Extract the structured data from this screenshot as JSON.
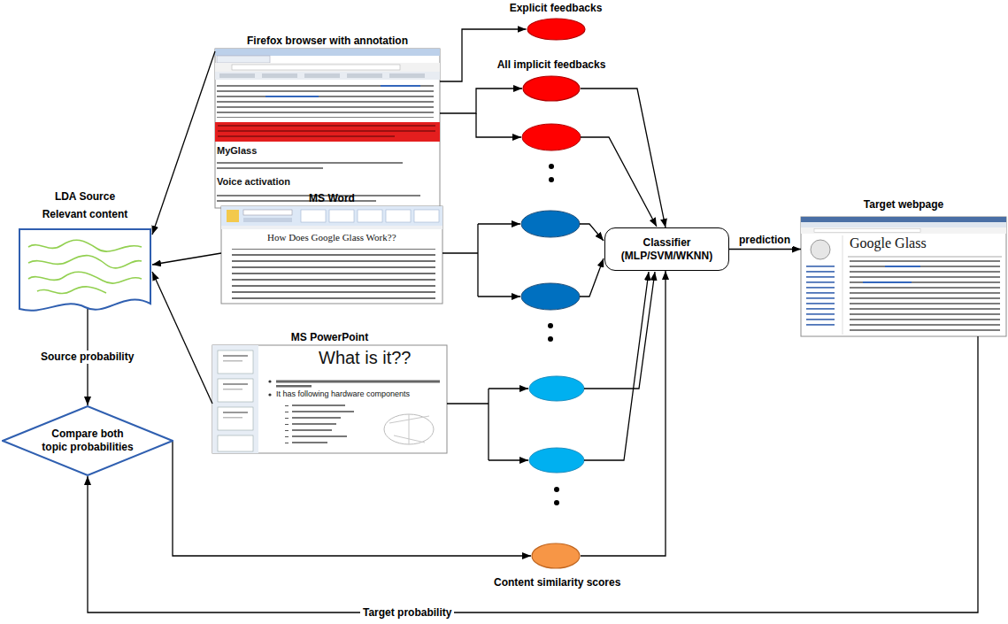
{
  "diagram": {
    "nodes": [
      {
        "text": [
          "Firefox browser with annotation"
        ]
      },
      {
        "text": [
          "Explicit feedbacks"
        ]
      },
      {
        "text": [
          "All implicit feedbacks"
        ]
      },
      {
        "text": [
          "LDA Source Relevant content"
        ]
      },
      {
        "text": [
          "MS Word"
        ]
      },
      {
        "text": [
          "Classifier (MLP/SVM/WKNN)"
        ]
      },
      {
        "text": [
          "Target webpage"
        ]
      },
      {
        "text": [
          "MS PowerPoint"
        ]
      },
      {
        "text": [
          "Compare both topic probabilities"
        ]
      },
      {
        "text": [
          "Content similarity scores"
        ]
      }
    ],
    "edges": [
      {
        "from": 0,
        "to": 1,
        "arrow": "to"
      },
      {
        "from": 0,
        "to": 2,
        "arrow": "to"
      },
      {
        "from": 2,
        "to": 5,
        "arrow": "to"
      },
      {
        "from": 0,
        "to": 3,
        "arrow": "to"
      },
      {
        "from": 4,
        "to": 3,
        "arrow": "to"
      },
      {
        "from": 7,
        "to": 3,
        "arrow": "to"
      },
      {
        "from": 3,
        "to": 8,
        "label": "Source probability",
        "arrow": "to"
      },
      {
        "from": 8,
        "to": 9,
        "arrow": "to"
      },
      {
        "from": 9,
        "to": 5,
        "arrow": "to"
      },
      {
        "from": 5,
        "to": 6,
        "label": "prediction",
        "arrow": "to"
      },
      {
        "from": 6,
        "to": 8,
        "label": "Target probability",
        "arrow": "to"
      }
    ],
    "labels": [
      "MyGlass",
      "Voice activation",
      "How Does Google Glass Work??",
      "What is it??",
      "It has following hardware components",
      "Google Glass"
    ]
  }
}
